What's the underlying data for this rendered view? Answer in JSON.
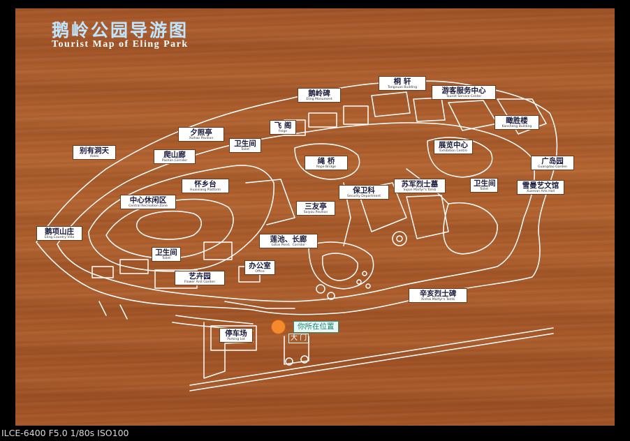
{
  "title": {
    "cn": "鹅岭公园导游图",
    "en": "Tourist Map of Eling Park"
  },
  "labels": [
    {
      "id": "eling-monument",
      "cn": "鹅岭碑",
      "en": "Eling Monument"
    },
    {
      "id": "tongxuan-building",
      "cn": "桐  轩",
      "en": "Tongxuan Building"
    },
    {
      "id": "tourist-service-center",
      "cn": "游客服务中心",
      "en": "Tourist Service Center"
    },
    {
      "id": "xizhao-pavilion",
      "cn": "夕照亭",
      "en": "Xizhao Pavilion"
    },
    {
      "id": "feige",
      "cn": "飞 阁",
      "en": "Feige"
    },
    {
      "id": "kansheng-building",
      "cn": "瞰胜楼",
      "en": "Kansheng Building"
    },
    {
      "id": "holes",
      "cn": "别有洞天",
      "en": "Holes"
    },
    {
      "id": "toilet-1",
      "cn": "卫生间",
      "en": "Toilet"
    },
    {
      "id": "pashan-corridor",
      "cn": "爬山廊",
      "en": "Pashan Corridor"
    },
    {
      "id": "exhibition-centre",
      "cn": "展览中心",
      "en": "Exhibition Centre"
    },
    {
      "id": "rope-bridge",
      "cn": "绳 桥",
      "en": "Rope Bridge"
    },
    {
      "id": "guangdao-garden",
      "cn": "广岛园",
      "en": "Guangdao Garden"
    },
    {
      "id": "huaixiang-platform",
      "cn": "怀乡台",
      "en": "Huaixiang Platform"
    },
    {
      "id": "security-department",
      "cn": "保卫科",
      "en": "Security Department"
    },
    {
      "id": "sujun-martyrs-tomb",
      "cn": "苏军烈士墓",
      "en": "SuJun Martyr's Tomb"
    },
    {
      "id": "toilet-2",
      "cn": "卫生间",
      "en": "Toilet"
    },
    {
      "id": "xueman-arts-hall",
      "cn": "雪曼艺文馆",
      "en": "Xueman Arts Hall"
    },
    {
      "id": "central-recreation-zone",
      "cn": "中心休闲区",
      "en": "Central Recreation Zone"
    },
    {
      "id": "saiyou-pavilion",
      "cn": "三友亭",
      "en": "Saiyou Pavilion"
    },
    {
      "id": "eling-country-villa",
      "cn": "鹅项山庄",
      "en": "Eling Country Villa"
    },
    {
      "id": "lotus-pond-corridor",
      "cn": "莲池、长廊",
      "en": "Lotus Pond、Corridor"
    },
    {
      "id": "toilet-3",
      "cn": "卫生间",
      "en": "Toilet"
    },
    {
      "id": "office",
      "cn": "办公室",
      "en": "Office"
    },
    {
      "id": "flower-arst-garden",
      "cn": "艺卉园",
      "en": "Flower Arst Garden"
    },
    {
      "id": "xinhai-martyrs-tomb",
      "cn": "辛亥烈士碑",
      "en": "Xinhai Martyr's Tomb"
    },
    {
      "id": "parking-lot",
      "cn": "停车场",
      "en": "Parking Lot"
    }
  ],
  "you_are_here": "你所在位置",
  "main_gate": "大 门",
  "camera_info": "ILCE-6400 F5.0 1/80s ISO100",
  "colors": {
    "wood": "#b05d2c",
    "map_lines": "#ffffff",
    "title_cn": "#bfe6ff",
    "here_marker": "#f58a2c"
  }
}
